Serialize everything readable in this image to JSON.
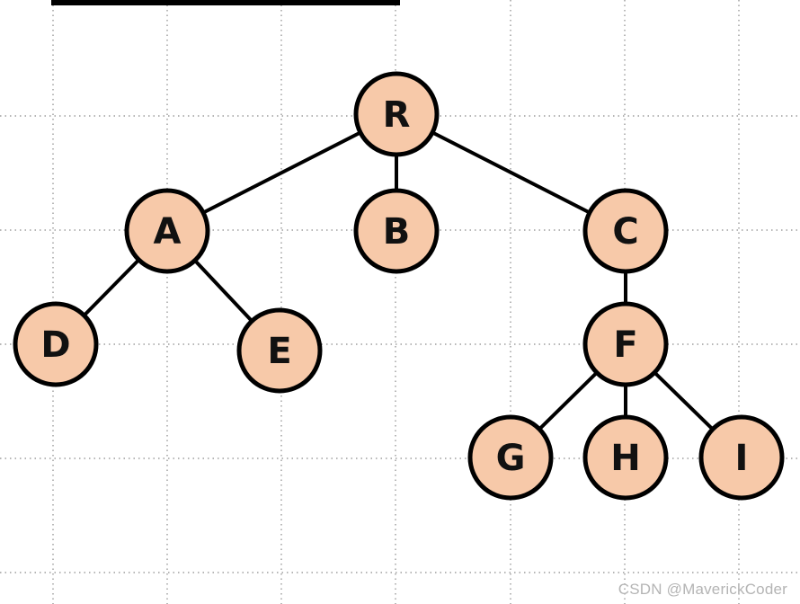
{
  "colors": {
    "node_fill": "#f7c9a9",
    "node_stroke": "#000000",
    "edge": "#000000",
    "grid": "#8a8a8a",
    "top_bar": "#000000"
  },
  "tree": {
    "nodes": [
      {
        "id": "R",
        "label": "R"
      },
      {
        "id": "A",
        "label": "A"
      },
      {
        "id": "B",
        "label": "B"
      },
      {
        "id": "C",
        "label": "C"
      },
      {
        "id": "D",
        "label": "D"
      },
      {
        "id": "E",
        "label": "E"
      },
      {
        "id": "F",
        "label": "F"
      },
      {
        "id": "G",
        "label": "G"
      },
      {
        "id": "H",
        "label": "H"
      },
      {
        "id": "I",
        "label": "I"
      }
    ],
    "edges": [
      [
        "R",
        "A"
      ],
      [
        "R",
        "B"
      ],
      [
        "R",
        "C"
      ],
      [
        "A",
        "D"
      ],
      [
        "A",
        "E"
      ],
      [
        "C",
        "F"
      ],
      [
        "F",
        "G"
      ],
      [
        "F",
        "H"
      ],
      [
        "F",
        "I"
      ]
    ]
  },
  "watermark": "CSDN @MaverickCoder"
}
